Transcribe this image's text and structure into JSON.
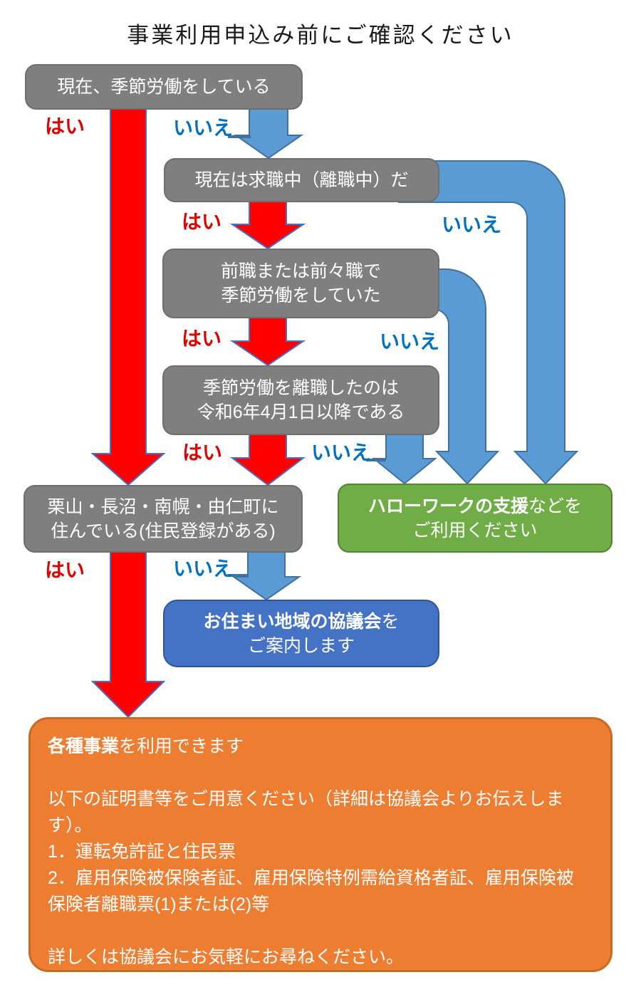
{
  "title": "事業利用申込み前にご確認ください",
  "labels": {
    "yes": "はい",
    "no": "いいえ"
  },
  "questions": {
    "q1": {
      "line1": "現在、季節労働をしている"
    },
    "q2": {
      "line1": "現在は求職中（離職中）だ"
    },
    "q3": {
      "line1": "前職または前々職で",
      "line2": "季節労働をしていた"
    },
    "q4": {
      "line1": "季節労働を離職したのは",
      "line2": "令和6年4月1日以降である"
    },
    "q5": {
      "line1": "栗山・長沼・南幌・由仁町に",
      "line2": "住んでいる(住民登録がある)"
    }
  },
  "results": {
    "hellowork": {
      "line1_bold": "ハローワークの支援",
      "line1_rest": "などを",
      "line2": "ご利用ください"
    },
    "council": {
      "line1_bold": "お住まい地域の協議会",
      "line1_rest": "を",
      "line2": "ご案内します"
    },
    "services": {
      "heading_bold": "各種事業",
      "heading_rest": "を利用できます",
      "body_lines": [
        "以下の証明書等をご用意ください（詳細は協議会よりお伝えしま",
        "す）。",
        "1．運転免許証と住民票",
        "2．雇用保険被保険者証、雇用保険特例需給資格者証、雇用保険被",
        "保険者離職票(1)または(2)等",
        "",
        "詳しくは協議会にお気軽にお尋ねください。"
      ]
    }
  },
  "colors": {
    "question_box": "#7F7F7F",
    "arrow_yes": "#FF0000",
    "arrow_no": "#5B9BD5",
    "label_yes": "#E00000",
    "label_no": "#0070C0",
    "result_hellowork": "#70AD47",
    "result_council": "#4472C4",
    "result_services": "#ED7D31"
  }
}
